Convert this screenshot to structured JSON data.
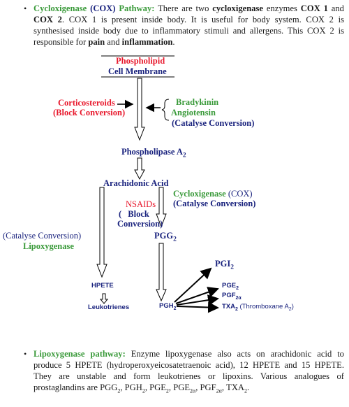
{
  "intro": {
    "bullet": "•",
    "title": "Cycloxigenase",
    "abbr": "(COX)",
    "pathway": "Pathway:",
    "t1": " There are two ",
    "t2": "cycloxigenase",
    "t3": " enzymes ",
    "t4": "COX 1",
    "t5": " and ",
    "t6": "COX 2",
    "t7": ". COX 1 is present inside body. It is useful for body system. COX 2 is synthesised inside body due to inflammatory stimuli and allergens. This COX 2 is responsible for ",
    "t8": "pain",
    "t9": " and ",
    "t10": "inflammation",
    "t11": "."
  },
  "diagram": {
    "phospholipid": "Phospholipid",
    "cell_membrane": "Cell Membrane",
    "corticosteroids": "Corticosteroids",
    "block_conversion_1": "(Block Conversion)",
    "bradykinin": "Bradykinin",
    "angiotensin": "Angiotensin",
    "catalyse_conversion_1": "(Catalyse Conversion)",
    "phospholipase": "Phospholipase A",
    "phospholipase_sub": "2",
    "arachidonic_acid": "Arachidonic Acid",
    "cox_enzyme": "Cycloxigenase",
    "cox_abbr": "(COX)",
    "catalyse_conversion_2": "(Catalyse Conversion)",
    "nsaids": "NSAIDs",
    "block_open": "(",
    "block_word": "Block",
    "conversion_close": "Conversion)",
    "catalyse_conversion_3": "(Catalyse Conversion)",
    "lipoxygenase": "Lipoxygenase",
    "pgg": "PGG",
    "pgg_sub": "2",
    "hpete": "HPETE",
    "leukotrienes": "Leukotrienes",
    "pgh": "PGH",
    "pgh_sub": "2",
    "pgi": "PGI",
    "pgi_sub": "2",
    "pge": "PGE",
    "pge_sub": "2",
    "pgf": "PGF",
    "pgf_sub": "2α",
    "txa": "TXA",
    "txa_sub": "2",
    "thromboxane": "(Thromboxane A",
    "thromboxane_sub": "2",
    "thromboxane_close": ")"
  },
  "outro": {
    "bullet": "•",
    "title": "Lipoxygenase pathway:",
    "text": " Enzyme lipoxygenase also acts on arachidonic acid to produce 5 HPETE (hydroperoxyeicosatetraenoic acid), 12 HPETE and 15 HPETE. They are unstable and form leukotrienes or lipoxins. Various analogues of prostaglandins are ",
    "l_pgg": "PGG",
    "l_pgg_s": "2",
    "l_pgh": ", PGH",
    "l_pgh_s": "2",
    "l_pge": ", PGE",
    "l_pge_s": "2",
    "l_pge2": ", PGE",
    "l_pge2_s": "2α",
    "l_pgf": ", PGF",
    "l_pgf_s": "2α",
    "l_txa": ", TXA",
    "l_txa_s": "2",
    "l_end": "."
  }
}
